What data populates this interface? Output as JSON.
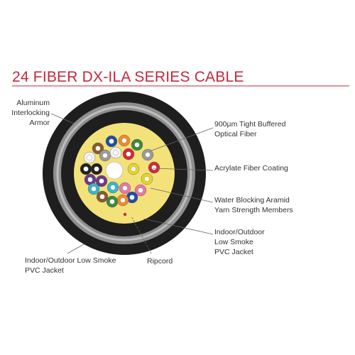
{
  "title": "24 FIBER DX-ILA SERIES CABLE",
  "colors": {
    "title": "#c4283c",
    "jacket": "#1e1e1e",
    "armor": "#8e8e8e",
    "core_fill": "#f3e27a",
    "ripcord": "#c8283c",
    "leader_line": "#666666"
  },
  "labels": {
    "armor": [
      "Aluminum",
      "Interlocking",
      "Armor"
    ],
    "tight_buffered": [
      "900µm Tight Buffered",
      "Optical Fiber"
    ],
    "acrylate": [
      "Acrylate Fiber Coating"
    ],
    "aramid": [
      "Water Blocking Aramid",
      "Yarn Strength Members"
    ],
    "inner_jacket": [
      "Indoor/Outdoor",
      "Low Smoke",
      "PVC Jacket"
    ],
    "outer_jacket": [
      "Indoor/Outdoor Low Smoke",
      "PVC Jacket"
    ],
    "ripcord": [
      "Ripcord"
    ]
  },
  "fiber_colors": [
    "#1f4ea8",
    "#f08a2a",
    "#3a8a3a",
    "#8a5a2e",
    "#9a9a9a",
    "#f2f2f2",
    "#d12a3a",
    "#222222",
    "#e8d42a",
    "#6a3a8c",
    "#e877a8",
    "#36b6c8",
    "#1f4ea8",
    "#f08a2a",
    "#3a8a3a",
    "#8a5a2e",
    "#9a9a9a",
    "#f2f2f2",
    "#d12a3a",
    "#222222",
    "#e8d42a",
    "#6a3a8c",
    "#e877a8",
    "#36b6c8"
  ]
}
